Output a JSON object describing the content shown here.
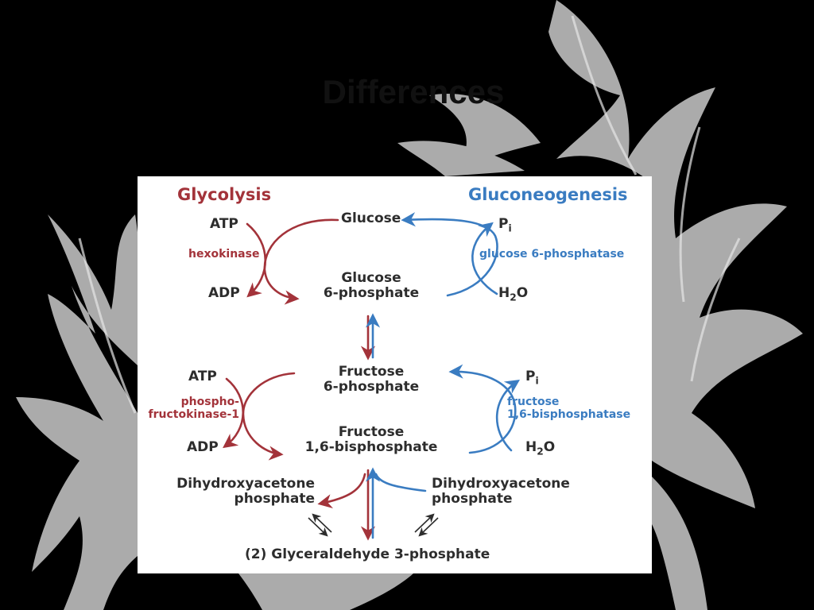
{
  "slide": {
    "title": "Differences"
  },
  "diagram": {
    "headers": {
      "left": "Glycolysis",
      "right": "Gluconeogenesis"
    },
    "metabolites": {
      "glucose": "Glucose",
      "glucose_6_phosphate": [
        "Glucose",
        "6-phosphate"
      ],
      "fructose_6_phosphate": [
        "Fructose",
        "6-phosphate"
      ],
      "fructose_1_6_bisphosphate": [
        "Fructose",
        "1,6-bisphosphate"
      ],
      "dhap_left": [
        "Dihydroxyacetone",
        "phosphate"
      ],
      "dhap_right": [
        "Dihydroxyacetone",
        "phosphate"
      ],
      "glyceraldehyde_3_phosphate": "(2) Glyceraldehyde 3-phosphate"
    },
    "cofactors": {
      "atp_1": "ATP",
      "adp_1": "ADP",
      "atp_2": "ATP",
      "adp_2": "ADP",
      "pi_1": "P",
      "pi_1_sub": "i",
      "h2o_1": "H",
      "h2o_1_sub": "2",
      "h2o_1_tail": "O",
      "pi_2": "P",
      "pi_2_sub": "i",
      "h2o_2": "H",
      "h2o_2_sub": "2",
      "h2o_2_tail": "O"
    },
    "enzymes": {
      "hexokinase": "hexokinase",
      "glucose_6_phosphatase": "glucose 6-phosphatase",
      "phosphofructokinase": [
        "phospho-",
        "fructokinase-1"
      ],
      "fructose_bisphosphatase": [
        "fructose",
        "1,6-bisphosphatase"
      ]
    },
    "colors": {
      "glycolysis": "#a3333a",
      "gluconeogenesis": "#3a7cc1",
      "text": "#2d2d2d"
    }
  }
}
